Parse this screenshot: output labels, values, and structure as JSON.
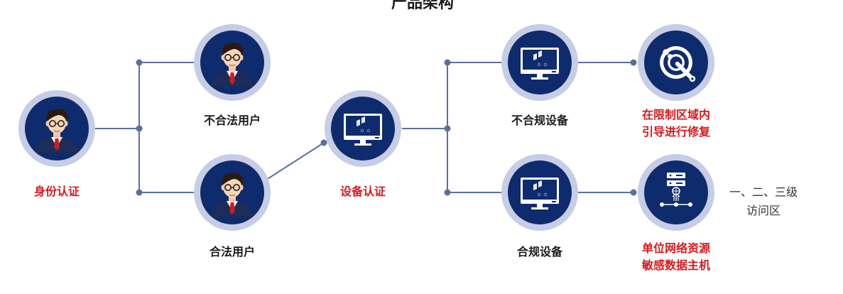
{
  "title_partial": "产品架构",
  "colors": {
    "navy": "#0e2b6e",
    "ring": "#c7cde4",
    "line": "#5a6f9e",
    "red": "#d7191c",
    "text": "#1a1a1a"
  },
  "nodes": {
    "identity_auth": {
      "label": "身份认证"
    },
    "illegal_user": {
      "label": "不合法用户"
    },
    "legal_user": {
      "label": "合法用户"
    },
    "device_auth": {
      "label": "设备认证"
    },
    "noncompliant_device": {
      "label": "不合规设备"
    },
    "compliant_device": {
      "label": "合规设备"
    },
    "repair": {
      "line1": "在限制区域内",
      "line2": "引导进行修复"
    },
    "resources": {
      "line1": "单位网络资源",
      "line2": "敏感数据主机"
    },
    "access_zone": {
      "line1": "一、二、三级",
      "line2": "访问区"
    }
  },
  "icons": {
    "identity_auth": "user-avatar-icon",
    "illegal_user": "user-avatar-icon",
    "legal_user": "user-avatar-icon",
    "device_auth": "monitor-icon",
    "noncompliant_device": "monitor-icon",
    "compliant_device": "monitor-icon",
    "repair": "wrench-gear-icon",
    "resources": "server-network-icon"
  }
}
